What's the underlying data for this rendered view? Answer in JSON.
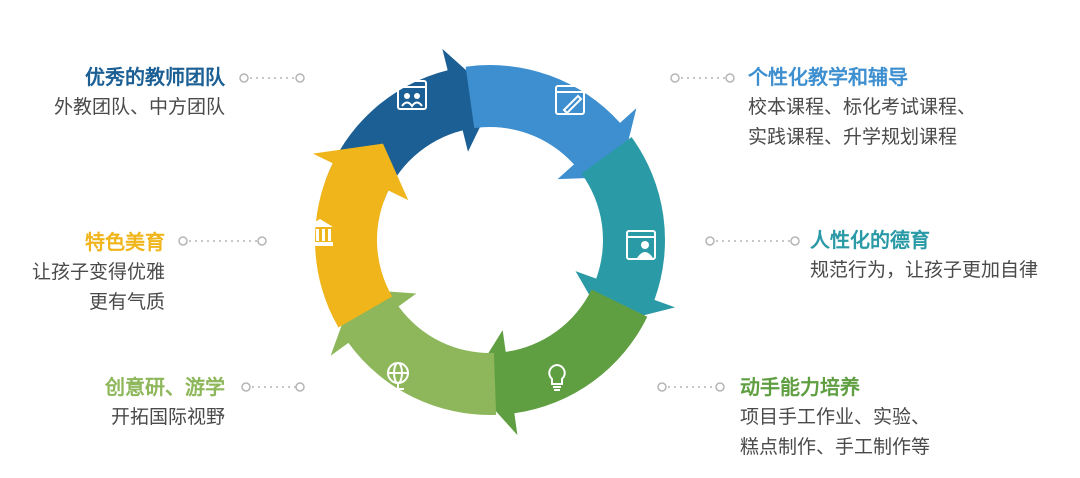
{
  "colors": {
    "dark_blue": "#1b5f94",
    "mid_blue": "#3d8fd0",
    "teal": "#2a9aa6",
    "green": "#5f9f42",
    "olive": "#8db75a",
    "gold": "#f0b51b"
  },
  "items": [
    {
      "title": "优秀的教师团队",
      "lines": [
        "外教团队、中方团队"
      ],
      "icon": "teacher-group-icon",
      "color": "#1b5f94"
    },
    {
      "title": "个性化教学和辅导",
      "lines": [
        "校本课程、标化考试课程、",
        "实践课程、升学规划课程"
      ],
      "icon": "writing-book-icon",
      "color": "#3d8fd0"
    },
    {
      "title": "人性化的德育",
      "lines": [
        "规范行为，让孩子更加自律"
      ],
      "icon": "person-book-icon",
      "color": "#2a9aa6"
    },
    {
      "title": "动手能力培养",
      "lines": [
        "项目手工作业、实验、",
        "糕点制作、手工制作等"
      ],
      "icon": "lightbulb-icon",
      "color": "#5f9f42"
    },
    {
      "title": "创意研、游学",
      "lines": [
        "开拓国际视野"
      ],
      "icon": "globe-icon",
      "color": "#8db75a"
    },
    {
      "title": "特色美育",
      "lines": [
        "让孩子变得优雅",
        "更有气质"
      ],
      "icon": "museum-icon",
      "color": "#f0b51b"
    }
  ]
}
